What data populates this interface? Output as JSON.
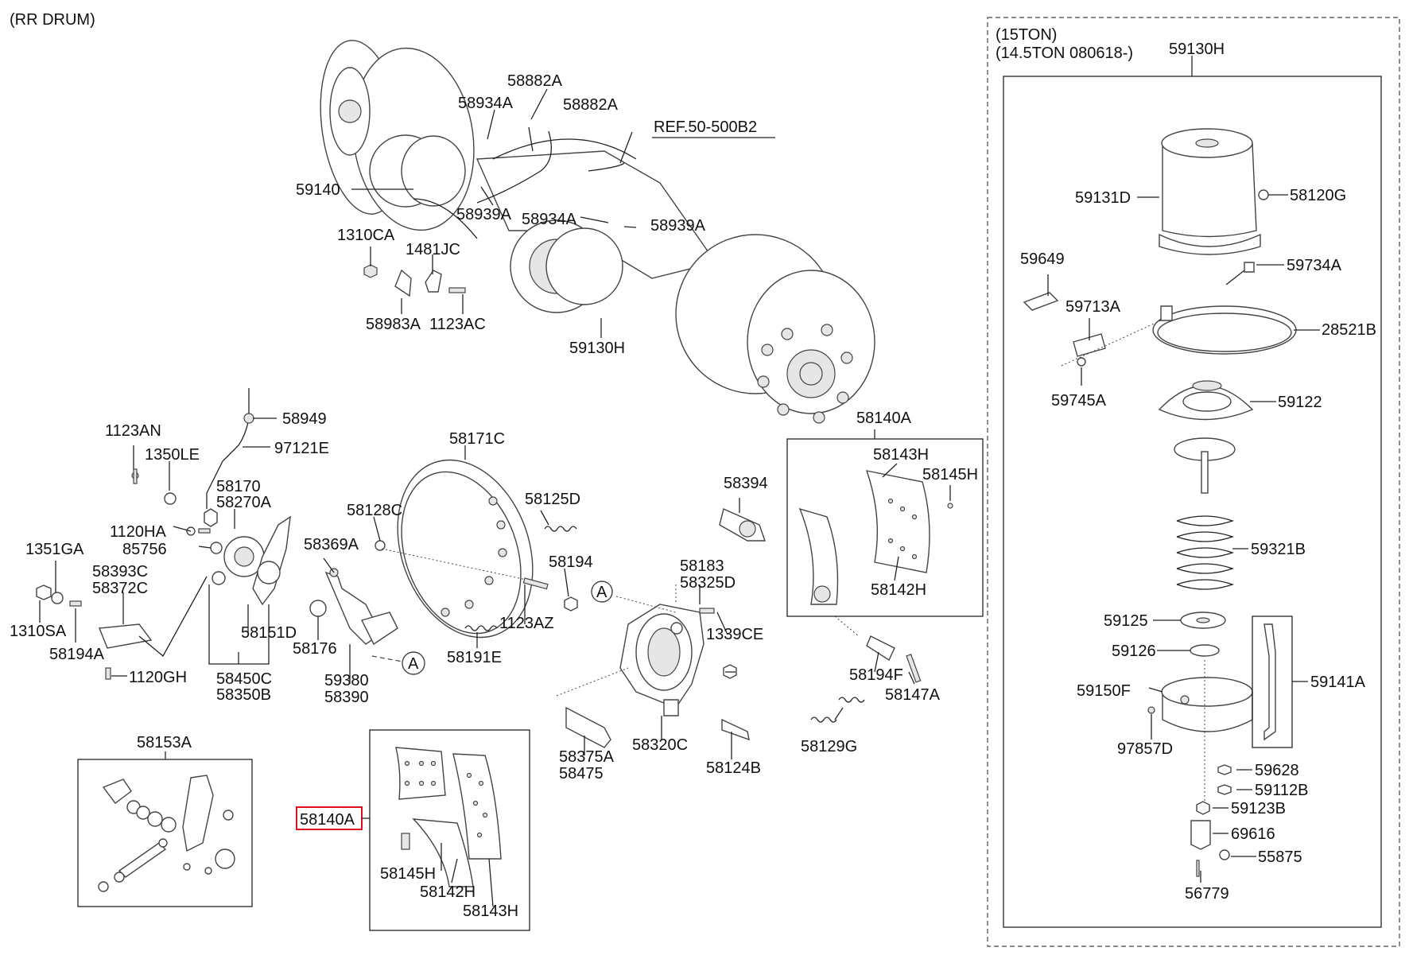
{
  "header": {
    "title": "(RR DRUM)"
  },
  "variant_box": {
    "line1": "(15TON)",
    "line2": "(14.5TON 080618-)",
    "assembly": "59130H"
  },
  "highlight": {
    "label": "58140A",
    "color": "#e0101e"
  },
  "labels": [
    "58882A",
    "58934A",
    "58882A",
    "REF.50-500B2",
    "59140",
    "58939A",
    "58934A",
    "58939A",
    "1310CA",
    "1481JC",
    "58983A",
    "1123AC",
    "59130H",
    "58949",
    "1123AN",
    "97121E",
    "1350LE",
    "58170",
    "58270A",
    "1120HA",
    "85756",
    "1351GA",
    "58393C",
    "58372C",
    "1310SA",
    "58194A",
    "1120GH",
    "58151D",
    "58450C",
    "58350B",
    "58369A",
    "58176",
    "59380",
    "58390",
    "A",
    "58171C",
    "58128C",
    "58125D",
    "58194",
    "1123AZ",
    "58191E",
    "58183",
    "58325D",
    "1339CE",
    "A",
    "58375A",
    "58475",
    "58320C",
    "58124B",
    "58394",
    "58140A",
    "58143H",
    "58145H",
    "58142H",
    "58194F",
    "58147A",
    "58129G",
    "58153A",
    "58145H",
    "58142H",
    "58143H",
    "59131D",
    "58120G",
    "59649",
    "59734A",
    "59713A",
    "28521B",
    "59745A",
    "59122",
    "59321B",
    "59125",
    "59126",
    "59150F",
    "59141A",
    "97857D",
    "59628",
    "59112B",
    "59123B",
    "69616",
    "55875",
    "56779"
  ],
  "icons": [
    "drum-axle-assembly",
    "brake-chamber",
    "slack-adjuster",
    "backing-plate",
    "brake-spider",
    "brake-shoe",
    "return-spring",
    "camshaft"
  ]
}
